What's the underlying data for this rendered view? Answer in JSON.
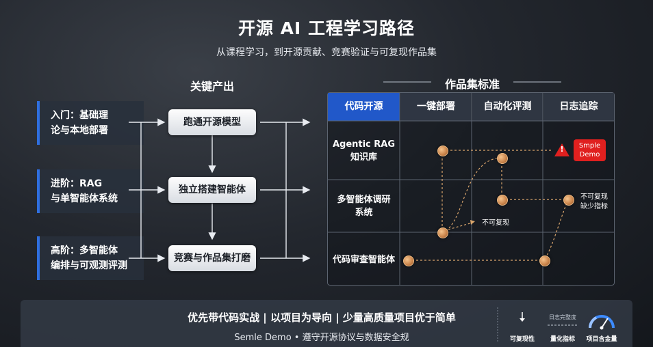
{
  "title": "开源 AI 工程学习路径",
  "subtitle": "从课程学习，到开源贡献、竞赛验证与可复现作品集",
  "left_section_title": "关键产出",
  "right_section_title": "作品集标准",
  "stages": [
    {
      "line1": "入门：基础理",
      "line2": "论与本地部署"
    },
    {
      "line1": "进阶：RAG",
      "line2": "与单智能体系统"
    },
    {
      "line1": "高阶：多智能体",
      "line2": "编排与可观测评测"
    }
  ],
  "outputs": [
    "跑通开源模型",
    "独立搭建智能体",
    "竞赛与作品集打磨"
  ],
  "matrix": {
    "columns": [
      "代码开源",
      "一键部署",
      "自动化评测",
      "日志追踪"
    ],
    "rows": [
      {
        "line1": "Agentic RAG",
        "line2": "知识库"
      },
      {
        "line1": "多智能体调研",
        "line2": "系统"
      },
      {
        "line1": "代码审查智能体",
        "line2": ""
      }
    ],
    "notes": {
      "not_reproducible": "不可复现",
      "not_reproducible_2": "不可复现",
      "missing_metrics": "缺少指标",
      "demo_line1": "Smple",
      "demo_line2": "Demo",
      "warning_symbol": "!"
    }
  },
  "footer": {
    "main": "优先带代码实战 | 以项目为导向 | 少量高质量项目优于简单",
    "sub": "Semle Demo • 遵守开源协议与数据安全规",
    "metrics": [
      {
        "label": "可复现性",
        "icon": "arrow-down-icon"
      },
      {
        "label": "量化指标",
        "caption": "日志完整度",
        "icon": "dashed-line-icon"
      },
      {
        "label": "项目含金量",
        "icon": "gauge-icon"
      }
    ]
  },
  "colors": {
    "accent": "#2f6fe0",
    "node": "#c9834a",
    "badge": "#e0201f"
  }
}
